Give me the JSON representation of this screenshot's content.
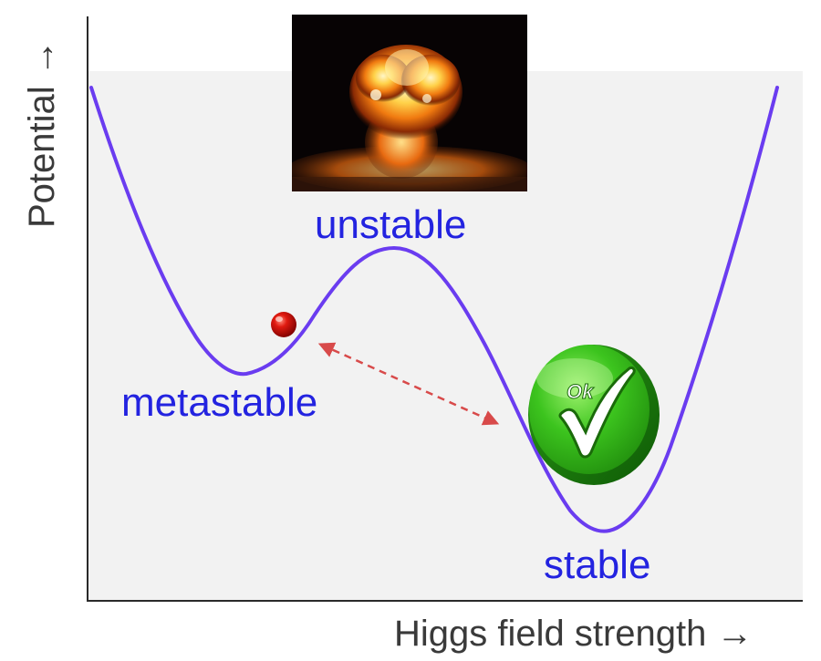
{
  "axes": {
    "y_label": "Potential →",
    "x_label": "Higgs field strength →"
  },
  "states": {
    "unstable": "unstable",
    "metastable": "metastable",
    "stable": "stable"
  },
  "badge": {
    "text": "Ok",
    "icon": "checkmark-icon"
  },
  "images": {
    "explosion": "explosion-icon",
    "ball": "red-ball-icon"
  },
  "colors": {
    "curve": "#6a3cf0",
    "state_label": "#2323e0",
    "arrow": "#d84a4a",
    "badge_green": "#2fae1a",
    "ball_red": "#c81010"
  }
}
